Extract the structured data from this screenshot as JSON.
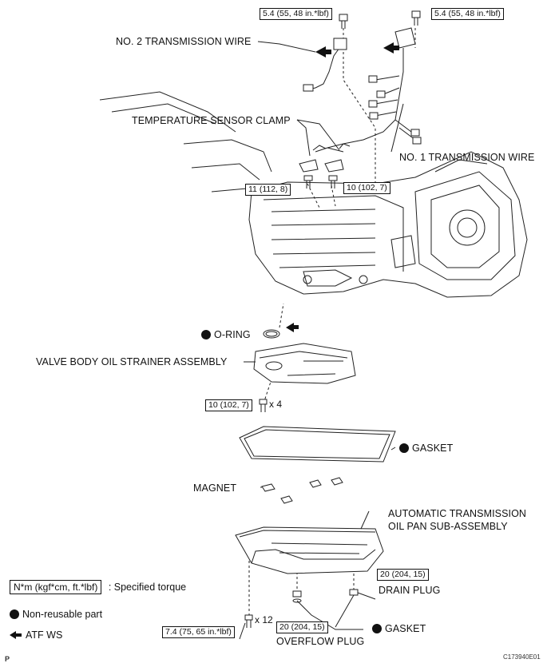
{
  "torque_labels": {
    "t1": "5.4 (55, 48 in.*lbf)",
    "t2": "5.4 (55, 48 in.*lbf)",
    "t3": "11 (112, 8)",
    "t4": "10 (102, 7)",
    "t5": "10 (102, 7)",
    "t6": "20 (204, 15)",
    "t7": "20 (204, 15)",
    "t8": "7.4 (75, 65 in.*lbf)"
  },
  "part_labels": {
    "no2_wire": "NO. 2 TRANSMISSION WIRE",
    "temp_clamp": "TEMPERATURE SENSOR CLAMP",
    "no1_wire": "NO. 1 TRANSMISSION WIRE",
    "o_ring": "O-RING",
    "strainer": "VALVE BODY OIL STRAINER ASSEMBLY",
    "gasket_top": "GASKET",
    "magnet": "MAGNET",
    "oil_pan_line1": "AUTOMATIC TRANSMISSION",
    "oil_pan_line2": "OIL PAN SUB-ASSEMBLY",
    "drain_plug": "DRAIN PLUG",
    "gasket_bottom": "GASKET",
    "overflow_plug": "OVERFLOW PLUG"
  },
  "quantities": {
    "strainer_bolts": "x 4",
    "pan_bolts": "x 12"
  },
  "legend": {
    "torque_box": "N*m (kgf*cm, ft.*lbf)",
    "torque_text": ": Specified torque",
    "nonreusable_text": "Non-reusable part",
    "atf_text": "ATF WS"
  },
  "footer": {
    "code": "C173940E01",
    "corner": "P"
  }
}
